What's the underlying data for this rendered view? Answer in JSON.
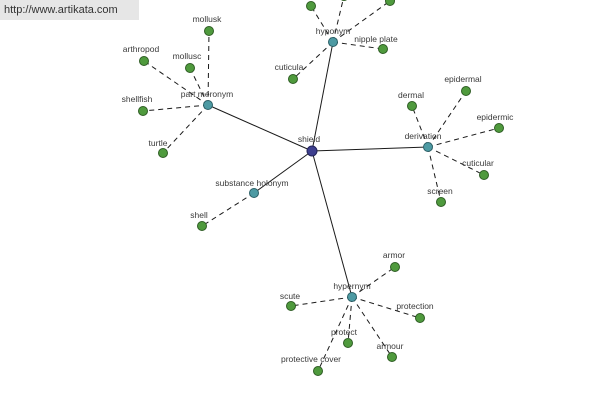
{
  "header": {
    "source_url": "http://www.artikata.com"
  },
  "colors": {
    "root": "#3e3f8f",
    "relation": "#4d9aa3",
    "leaf": "#4f9a3d"
  },
  "graph": {
    "root": {
      "id": "shield",
      "label": "shield"
    },
    "relations": [
      {
        "id": "hyponym",
        "label": "hyponym",
        "children": [
          "cuticula",
          "nipple plate",
          "",
          "",
          ""
        ]
      },
      {
        "id": "part-meronym",
        "label": "part meronym",
        "children": [
          "mollusk",
          "arthropod",
          "mollusc",
          "shellfish",
          "turtle"
        ]
      },
      {
        "id": "derivation",
        "label": "derivation",
        "children": [
          "dermal",
          "epidermal",
          "epidermic",
          "cuticular",
          "screen"
        ]
      },
      {
        "id": "substance-holonym",
        "label": "substance holonym",
        "children": [
          "shell"
        ]
      },
      {
        "id": "hypernym",
        "label": "hypernym",
        "children": [
          "armor",
          "scute",
          "protection",
          "protect",
          "armour",
          "protective cover"
        ]
      }
    ]
  }
}
